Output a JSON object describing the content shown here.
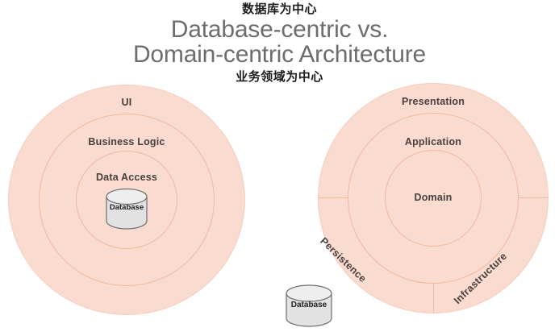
{
  "title": {
    "cn_top": "数据库为中心",
    "main_line1": "Database-centric vs.",
    "main_line2": "Domain-centric Architecture",
    "cn_bottom": "业务领域为中心"
  },
  "colors": {
    "ring_fill": "#fadbd0",
    "ring_stroke": "#f1b89f",
    "label_text": "#4a3f3c",
    "title_text": "#6d6d6d",
    "cn_text": "#1b1b1b",
    "cylinder_fill": "#e2e2e2",
    "cylinder_stroke": "#6f6f6f"
  },
  "left_diagram": {
    "name": "database-centric-architecture",
    "rings": [
      {
        "id": "ui",
        "label": "UI"
      },
      {
        "id": "business-logic",
        "label": "Business Logic"
      },
      {
        "id": "data-access",
        "label": "Data Access"
      }
    ],
    "center_store": {
      "label": "Database"
    }
  },
  "right_diagram": {
    "name": "domain-centric-architecture",
    "rings": [
      {
        "id": "presentation",
        "label": "Presentation"
      },
      {
        "id": "application",
        "label": "Application"
      },
      {
        "id": "domain",
        "label": "Domain"
      }
    ],
    "sectors": [
      {
        "id": "persistence",
        "label": "Persistence"
      },
      {
        "id": "infrastructure",
        "label": "Infrastructure"
      }
    ]
  },
  "external_store": {
    "label": "Database"
  }
}
